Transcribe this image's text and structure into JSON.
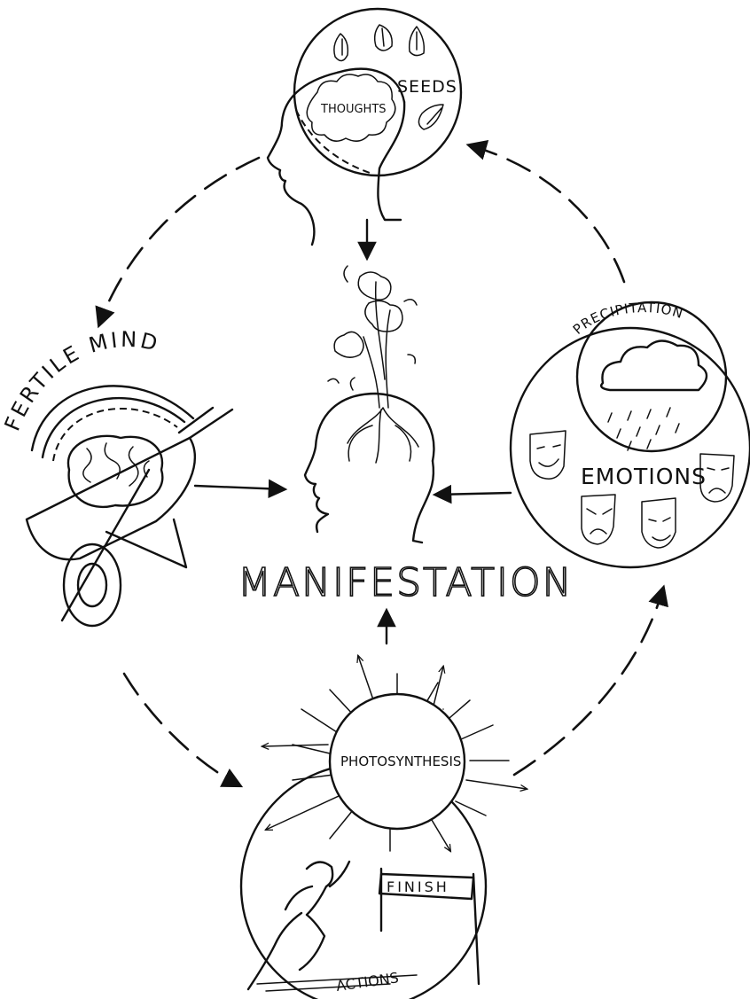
{
  "diagram": {
    "center_label": "MANIFESTATION",
    "nodes": {
      "seeds": "SEEDS",
      "thoughts": "THOUGHTS",
      "fertile_mind": "FERTILE MIND",
      "precipitation": "PRECIPITATION",
      "emotions": "EMOTIONS",
      "photosynthesis": "PHOTOSYNTHESIS",
      "finish": "FINISH",
      "actions": "ACTIONS"
    }
  }
}
